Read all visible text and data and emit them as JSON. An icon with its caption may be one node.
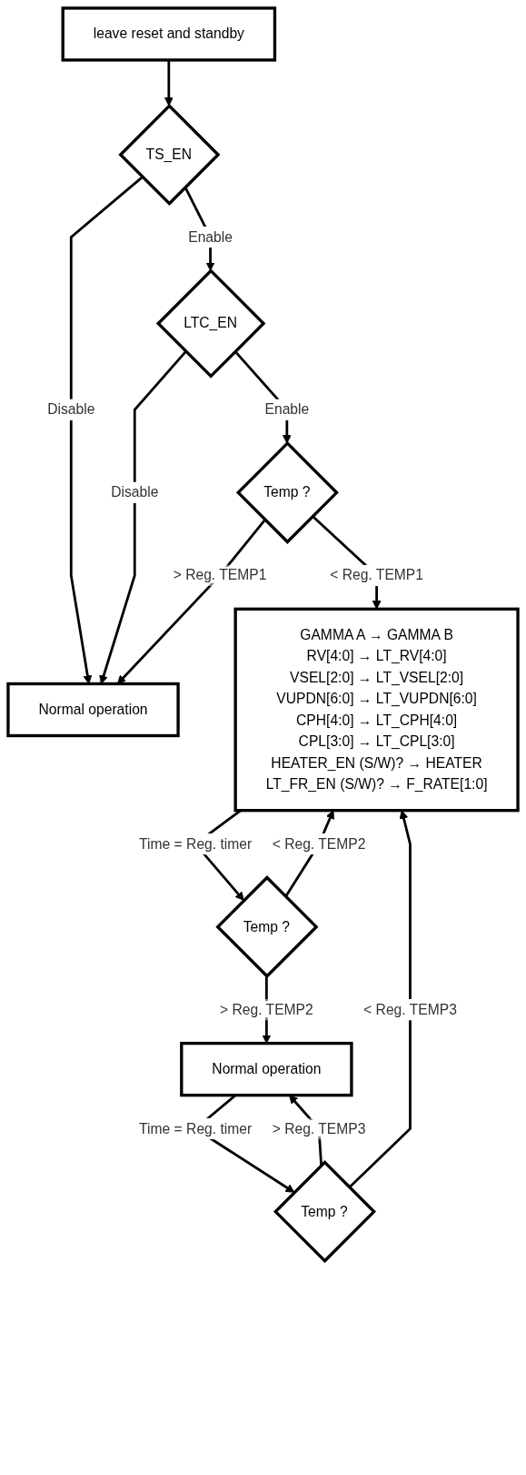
{
  "diagram": {
    "nodes": [
      {
        "text": [
          "leave reset and standby"
        ]
      },
      {
        "text": [
          "TS_EN"
        ]
      },
      {
        "text": [
          "Normal operation"
        ]
      },
      {
        "text": [
          "LTC_EN"
        ]
      },
      {
        "text": [
          "Temp ?"
        ]
      },
      {
        "text": [
          "GAMMA A → GAMMA B",
          "RV[4:0] → LT_RV[4:0]",
          "VSEL[2:0] → LT_VSEL[2:0]",
          "VUPDN[6:0] → LT_VUPDN[6:0]",
          "CPH[4:0] → LT_CPH[4:0]",
          "CPL[3:0] → LT_CPL[3:0]",
          "HEATER_EN (S/W)? → HEATER",
          "LT_FR_EN (S/W)? → F_RATE[1:0]"
        ]
      },
      {
        "text": [
          "Temp ?"
        ]
      },
      {
        "text": [
          "Normal operation"
        ]
      },
      {
        "text": [
          "Temp ?"
        ]
      }
    ],
    "edges": [
      {
        "from": 0,
        "to": 1,
        "arrow": "to"
      },
      {
        "from": 1,
        "to": 2,
        "arrow": "to",
        "label": "Disable"
      },
      {
        "from": 1,
        "to": 3,
        "arrow": "to",
        "label": "Enable"
      },
      {
        "from": 3,
        "to": 2,
        "arrow": "to",
        "label": "Disable"
      },
      {
        "from": 3,
        "to": 4,
        "arrow": "to",
        "label": "Enable"
      },
      {
        "from": 4,
        "to": 2,
        "arrow": "to",
        "label": "> Reg. TEMP1"
      },
      {
        "from": 4,
        "to": 5,
        "arrow": "to",
        "label": "< Reg. TEMP1"
      },
      {
        "from": 5,
        "to": 6,
        "arrow": "to",
        "label": "Time = Reg. timer"
      },
      {
        "from": 6,
        "to": 5,
        "arrow": "to",
        "label": "< Reg. TEMP2"
      },
      {
        "from": 6,
        "to": 7,
        "arrow": "to",
        "label": "> Reg. TEMP2"
      },
      {
        "from": 7,
        "to": 8,
        "arrow": "to",
        "label": "Time = Reg. timer"
      },
      {
        "from": 8,
        "to": 5,
        "arrow": "to",
        "label": "< Reg. TEMP3"
      },
      {
        "from": 8,
        "to": 7,
        "arrow": "to",
        "label": "> Reg. TEMP3"
      }
    ]
  }
}
